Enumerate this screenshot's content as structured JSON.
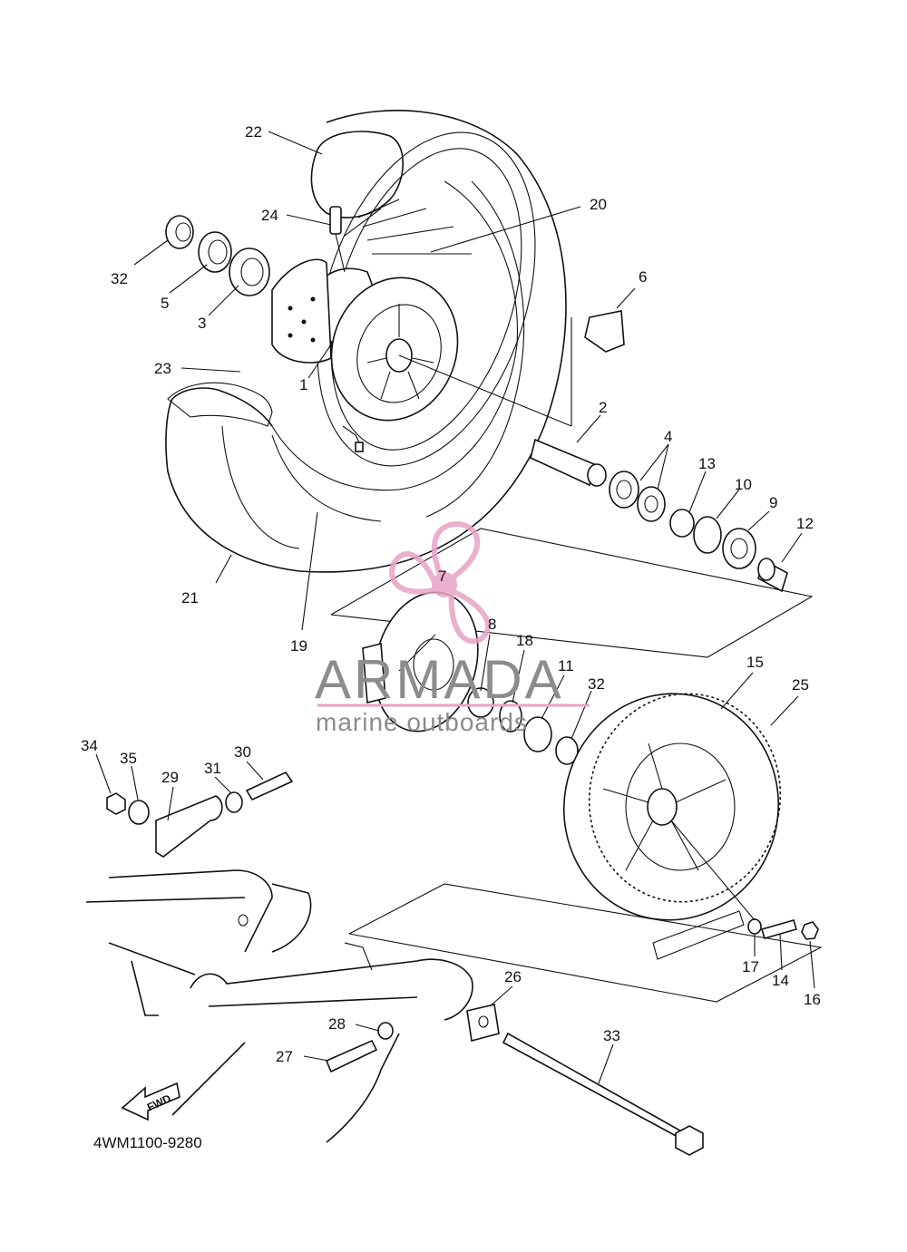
{
  "diagram": {
    "code": "4WM1100-9280",
    "watermark": {
      "brand": "ARMADA",
      "tagline": "marine outboards",
      "color": "#e8a3c2"
    },
    "fwd_label": "FWD",
    "part_labels": [
      "1",
      "2",
      "3",
      "4",
      "5",
      "6",
      "7",
      "8",
      "9",
      "10",
      "11",
      "12",
      "13",
      "14",
      "15",
      "16",
      "17",
      "18",
      "19",
      "20",
      "21",
      "22",
      "23",
      "24",
      "25",
      "26",
      "27",
      "28",
      "29",
      "30",
      "31",
      "32",
      "32",
      "33",
      "34",
      "35"
    ]
  }
}
